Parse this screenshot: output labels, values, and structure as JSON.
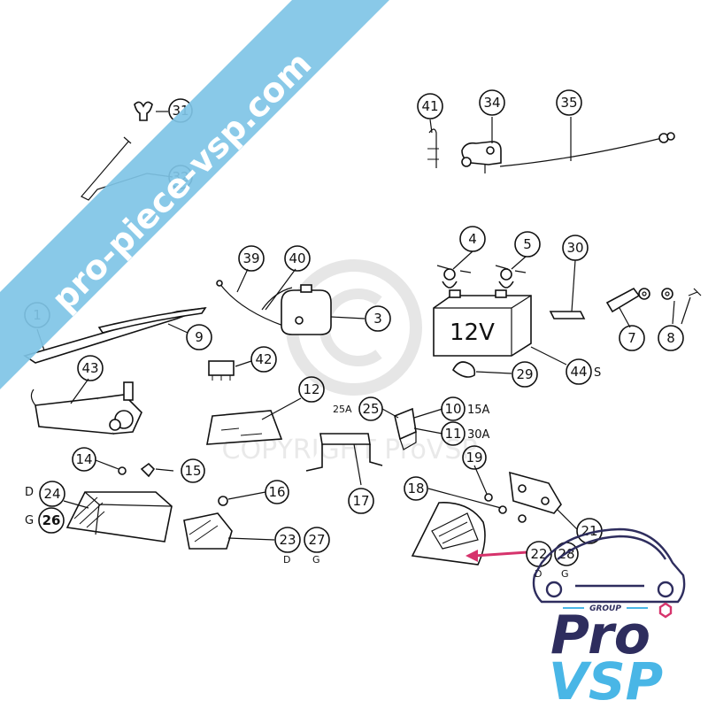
{
  "watermarks": {
    "banner_text": "pro-piece-vsp.com",
    "banner_color": "#7fc4e6",
    "copyright_text": "COPYRIGHT ProVSP"
  },
  "logo": {
    "group_text": "GROUP",
    "pro_text": "Pro",
    "vsp_text": "VSP",
    "dark_color": "#2e2d5e",
    "accent_color": "#49b6e6",
    "pink_color": "#d6336c"
  },
  "callouts": {
    "c1": "1",
    "c3": "3",
    "c4": "4",
    "c5": "5",
    "c7": "7",
    "c8": "8",
    "c9": "9",
    "c10": "10",
    "c11": "11",
    "c12": "12",
    "c14": "14",
    "c15": "15",
    "c16": "16",
    "c17": "17",
    "c18": "18",
    "c19": "19",
    "c21": "21",
    "c22": "22",
    "c23": "23",
    "c24": "24",
    "c25": "25",
    "c26": "26",
    "c27": "27",
    "c28": "28",
    "c29": "29",
    "c30": "30",
    "c31": "31",
    "c32": "32",
    "c34": "34",
    "c35": "35",
    "c39": "39",
    "c40": "40",
    "c41": "41",
    "c42": "42",
    "c43": "43",
    "c44": "44"
  },
  "labels": {
    "battery_voltage": "12V",
    "fuse_25": "25A",
    "fuse_15": "15A",
    "fuse_30": "30A",
    "suffix_44": "S",
    "side_d_24": "D",
    "side_g_26": "G",
    "side_d_23": "D",
    "side_g_27": "G",
    "side_d_22": "D",
    "side_g_28": "G"
  }
}
